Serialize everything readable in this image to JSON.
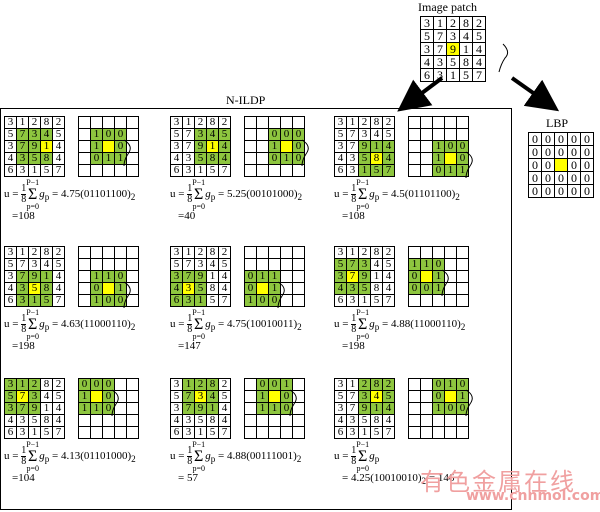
{
  "labels": {
    "image_patch": "Image patch",
    "n_ildp": "N-ILDP",
    "lbp": "LBP"
  },
  "image_patch": [
    [
      "3",
      "1",
      "2",
      "8",
      "2"
    ],
    [
      "5",
      "7",
      "3",
      "4",
      "5"
    ],
    [
      "3",
      "7",
      "9",
      "1",
      "4"
    ],
    [
      "4",
      "3",
      "5",
      "8",
      "4"
    ],
    [
      "6",
      "3",
      "1",
      "5",
      "7"
    ]
  ],
  "lbp_bits": [
    [
      "0",
      "0",
      "0",
      "0",
      "0"
    ],
    [
      "0",
      "0",
      "0",
      "0",
      "0"
    ],
    [
      "0",
      "0",
      "",
      "0",
      "0"
    ],
    [
      "0",
      "0",
      "0",
      "0",
      "0"
    ],
    [
      "0",
      "0",
      "0",
      "0",
      "0"
    ]
  ],
  "panels": [
    {
      "patch": [
        [
          "3",
          "1",
          "2",
          "8",
          "2"
        ],
        [
          "5",
          "7",
          "3",
          "4",
          "5"
        ],
        [
          "3",
          "7",
          "9",
          "1",
          "4"
        ],
        [
          "4",
          "3",
          "5",
          "8",
          "4"
        ],
        [
          "6",
          "3",
          "1",
          "5",
          "7"
        ]
      ],
      "rows": [
        1,
        3
      ],
      "cols": [
        1,
        3
      ],
      "center": [
        2,
        3
      ],
      "bits": [
        [
          "1",
          "0",
          "0"
        ],
        [
          "1",
          "",
          "0"
        ],
        [
          "0",
          "1",
          "1"
        ]
      ],
      "value": "4.75(01101100)",
      "sub": "2",
      "result": "=108"
    },
    {
      "patch": [
        [
          "3",
          "1",
          "2",
          "8",
          "2"
        ],
        [
          "5",
          "7",
          "3",
          "4",
          "5"
        ],
        [
          "3",
          "7",
          "9",
          "1",
          "4"
        ],
        [
          "4",
          "3",
          "5",
          "8",
          "4"
        ],
        [
          "6",
          "3",
          "1",
          "5",
          "7"
        ]
      ],
      "rows": [
        1,
        3
      ],
      "cols": [
        2,
        4
      ],
      "center": [
        2,
        3
      ],
      "bits": [
        [
          "0",
          "0",
          "0"
        ],
        [
          "1",
          "",
          "0"
        ],
        [
          "0",
          "1",
          "0"
        ]
      ],
      "value": "5.25(00101000)",
      "sub": "2",
      "result": "=40"
    },
    {
      "patch": [
        [
          "3",
          "1",
          "2",
          "8",
          "2"
        ],
        [
          "5",
          "7",
          "3",
          "4",
          "5"
        ],
        [
          "3",
          "7",
          "9",
          "1",
          "4"
        ],
        [
          "4",
          "3",
          "5",
          "8",
          "4"
        ],
        [
          "6",
          "3",
          "1",
          "5",
          "7"
        ]
      ],
      "rows": [
        2,
        4
      ],
      "cols": [
        2,
        4
      ],
      "center": [
        3,
        3
      ],
      "bits": [
        [
          "1",
          "0",
          "0"
        ],
        [
          "1",
          "",
          "0"
        ],
        [
          "0",
          "1",
          "1"
        ]
      ],
      "value": "4.5(01101100)",
      "sub": "2",
      "result": "=108"
    },
    {
      "patch": [
        [
          "3",
          "1",
          "2",
          "8",
          "2"
        ],
        [
          "5",
          "7",
          "3",
          "4",
          "5"
        ],
        [
          "3",
          "7",
          "9",
          "1",
          "4"
        ],
        [
          "4",
          "3",
          "5",
          "8",
          "4"
        ],
        [
          "6",
          "3",
          "1",
          "5",
          "7"
        ]
      ],
      "rows": [
        2,
        4
      ],
      "cols": [
        1,
        3
      ],
      "center": [
        3,
        2
      ],
      "bits": [
        [
          "1",
          "1",
          "0"
        ],
        [
          "0",
          "",
          "1"
        ],
        [
          "1",
          "0",
          "0"
        ]
      ],
      "value": "4.63(11000110)",
      "sub": "2",
      "result": "=198"
    },
    {
      "patch": [
        [
          "3",
          "1",
          "2",
          "8",
          "2"
        ],
        [
          "5",
          "7",
          "3",
          "4",
          "5"
        ],
        [
          "3",
          "7",
          "9",
          "1",
          "4"
        ],
        [
          "4",
          "3",
          "5",
          "8",
          "4"
        ],
        [
          "6",
          "3",
          "1",
          "5",
          "7"
        ]
      ],
      "rows": [
        2,
        4
      ],
      "cols": [
        0,
        2
      ],
      "center": [
        3,
        1
      ],
      "bits": [
        [
          "0",
          "1",
          "1"
        ],
        [
          "0",
          "",
          "1"
        ],
        [
          "1",
          "0",
          "0"
        ]
      ],
      "value": "4.75(10010011)",
      "sub": "2",
      "result": "=147"
    },
    {
      "patch": [
        [
          "3",
          "1",
          "2",
          "8",
          "2"
        ],
        [
          "5",
          "7",
          "3",
          "4",
          "5"
        ],
        [
          "3",
          "7",
          "9",
          "1",
          "4"
        ],
        [
          "4",
          "3",
          "5",
          "8",
          "4"
        ],
        [
          "6",
          "3",
          "1",
          "5",
          "7"
        ]
      ],
      "rows": [
        1,
        3
      ],
      "cols": [
        0,
        2
      ],
      "center": [
        2,
        1
      ],
      "bits": [
        [
          "1",
          "1",
          "0"
        ],
        [
          "0",
          "",
          "1"
        ],
        [
          "0",
          "0",
          "1"
        ]
      ],
      "value": "4.88(11000110)",
      "sub": "2",
      "result": "=198"
    },
    {
      "patch": [
        [
          "3",
          "1",
          "2",
          "8",
          "2"
        ],
        [
          "5",
          "7",
          "3",
          "4",
          "5"
        ],
        [
          "3",
          "7",
          "9",
          "1",
          "4"
        ],
        [
          "4",
          "3",
          "5",
          "8",
          "4"
        ],
        [
          "6",
          "3",
          "1",
          "5",
          "7"
        ]
      ],
      "rows": [
        0,
        2
      ],
      "cols": [
        0,
        2
      ],
      "center": [
        1,
        1
      ],
      "bits": [
        [
          "0",
          "0",
          "0"
        ],
        [
          "1",
          "",
          "0"
        ],
        [
          "1",
          "1",
          "0"
        ]
      ],
      "value": "4.13(01101000)",
      "sub": "2",
      "result": "=104"
    },
    {
      "patch": [
        [
          "3",
          "1",
          "2",
          "8",
          "2"
        ],
        [
          "5",
          "7",
          "3",
          "4",
          "5"
        ],
        [
          "3",
          "7",
          "9",
          "1",
          "4"
        ],
        [
          "4",
          "3",
          "5",
          "8",
          "4"
        ],
        [
          "6",
          "3",
          "1",
          "5",
          "7"
        ]
      ],
      "rows": [
        0,
        2
      ],
      "cols": [
        1,
        3
      ],
      "center": [
        1,
        2
      ],
      "bits": [
        [
          "0",
          "0",
          "1"
        ],
        [
          "1",
          "",
          "0"
        ],
        [
          "1",
          "1",
          "0"
        ]
      ],
      "value": "4.88(00111001)",
      "sub": "2",
      "result": "= 57"
    },
    {
      "patch": [
        [
          "3",
          "1",
          "2",
          "8",
          "2"
        ],
        [
          "5",
          "7",
          "3",
          "4",
          "5"
        ],
        [
          "3",
          "7",
          "9",
          "1",
          "4"
        ],
        [
          "4",
          "3",
          "5",
          "8",
          "4"
        ],
        [
          "6",
          "3",
          "1",
          "5",
          "7"
        ]
      ],
      "rows": [
        0,
        2
      ],
      "cols": [
        2,
        4
      ],
      "center": [
        1,
        3
      ],
      "bits": [
        [
          "0",
          "1",
          "0"
        ],
        [
          "0",
          "",
          "1"
        ],
        [
          "1",
          "0",
          "0"
        ]
      ],
      "value": "",
      "sub": "",
      "result": "= 4.25(10010010)",
      "result_sub": "2",
      "result_tail": "= 146"
    }
  ],
  "formula": {
    "u": "u =",
    "frac_num": "1",
    "frac_den": "8",
    "sum_top": "P−1",
    "sum_bottom": "p=0",
    "sigma": "Σ",
    "g": "g",
    "g_sub": "p",
    "eq": "="
  },
  "watermark": {
    "cn": "有色金属在线",
    "url": "www.cnnmol.com"
  }
}
